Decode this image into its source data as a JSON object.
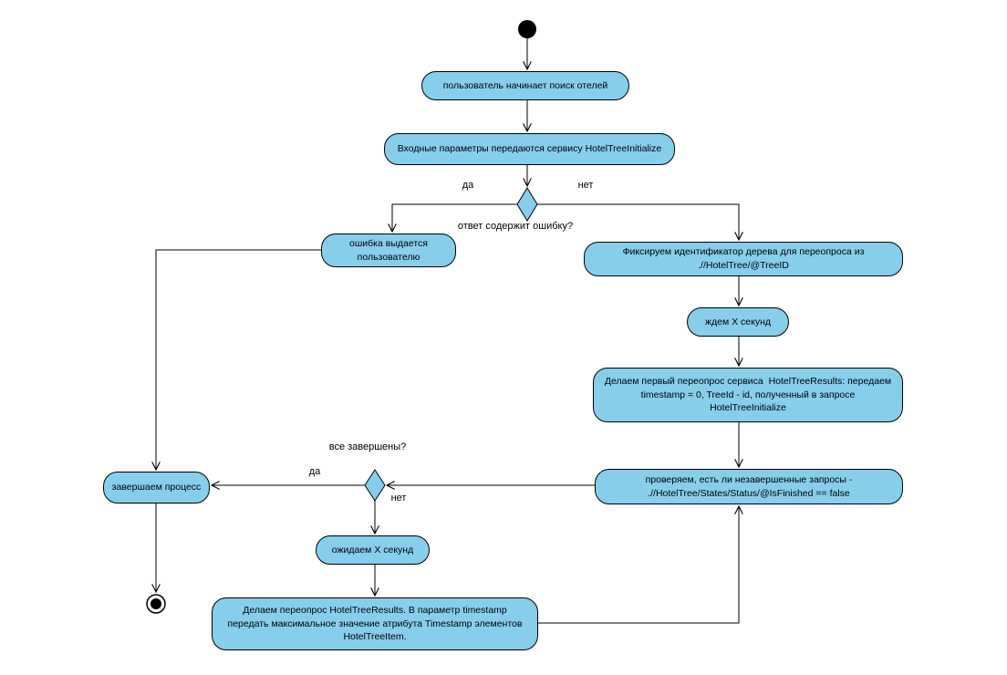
{
  "colors": {
    "node_fill": "#87CEEB",
    "node_border": "#000000",
    "background": "#FFFFFF"
  },
  "nodes": {
    "user_search": {
      "label": "пользователь начинает поиск отелей"
    },
    "init_params": {
      "label": "Входные параметры передаются сервису HotelTreeInitialize"
    },
    "error_shown": {
      "label": "ошибка выдается\nпользователю"
    },
    "fix_tree_id": {
      "label": "Фиксируем идентификатор дерева для переопроса из\n.//HotelTree/@TreeID"
    },
    "wait_x": {
      "label": "ждем X секунд"
    },
    "first_poll": {
      "label": "Делаем первый переопрос сервиса  HotelTreeResults: передаем\ntimestamp = 0, TreeId - id, полученный в запросе\nHotelTreeInitialize"
    },
    "check_unfinished": {
      "label": "проверяем, есть ли незавершенные запросы -\n.//HotelTree/States/Status/@IsFinished == false"
    },
    "finish_process": {
      "label": "завершаем процесс"
    },
    "wait_x2": {
      "label": "ожидаем X секунд"
    },
    "repoll": {
      "label": "Делаем переопрос HotelTreeResults. В параметр timestamp\nпередать максимальное значение атрибута Timestamp элементов\nHotelTreeItem."
    }
  },
  "labels": {
    "decision1_question": "ответ содержит ошибку?",
    "decision1_yes": "да",
    "decision1_no": "нет",
    "decision2_question": "все завершены?",
    "decision2_yes": "да",
    "decision2_no": "нет"
  }
}
